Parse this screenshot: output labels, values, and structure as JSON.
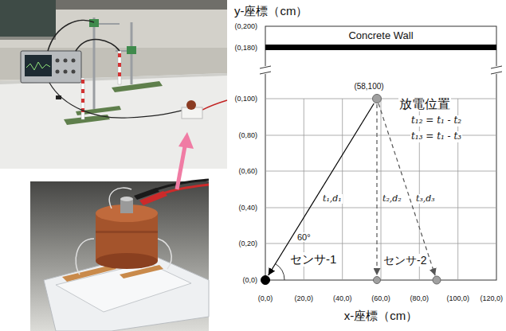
{
  "diagram": {
    "nodes": [
      {
        "text": [
          "(58,100)",
          "放電位置"
        ]
      },
      {
        "text": [
          "センサ-1"
        ]
      },
      {
        "text": [
          "センサ-2"
        ]
      }
    ],
    "edges": [
      {
        "from": 0,
        "to": 1,
        "arrow": "to",
        "label": "t₁,d₁"
      },
      {
        "from": 0,
        "to": 2,
        "arrow": "to",
        "label": "t₂,d₂"
      }
    ],
    "labels": [
      "y-座標（cm）",
      "(0,200)",
      "(0,180)",
      "(0,100)",
      "(0,80)",
      "(0,60)",
      "(0,40)",
      "(0,20)",
      "(0,0)",
      "Concrete Wall",
      "t₁₂ = t₁ - t₂",
      "t₁₃ = t₁ - t₃",
      "t₃,d₃",
      "60°",
      "(0,0)",
      "(20,0)",
      "(40,0)",
      "(60,0)",
      "(80,0)",
      "(100,0)",
      "(120,0)",
      "x-座標（cm）"
    ]
  }
}
